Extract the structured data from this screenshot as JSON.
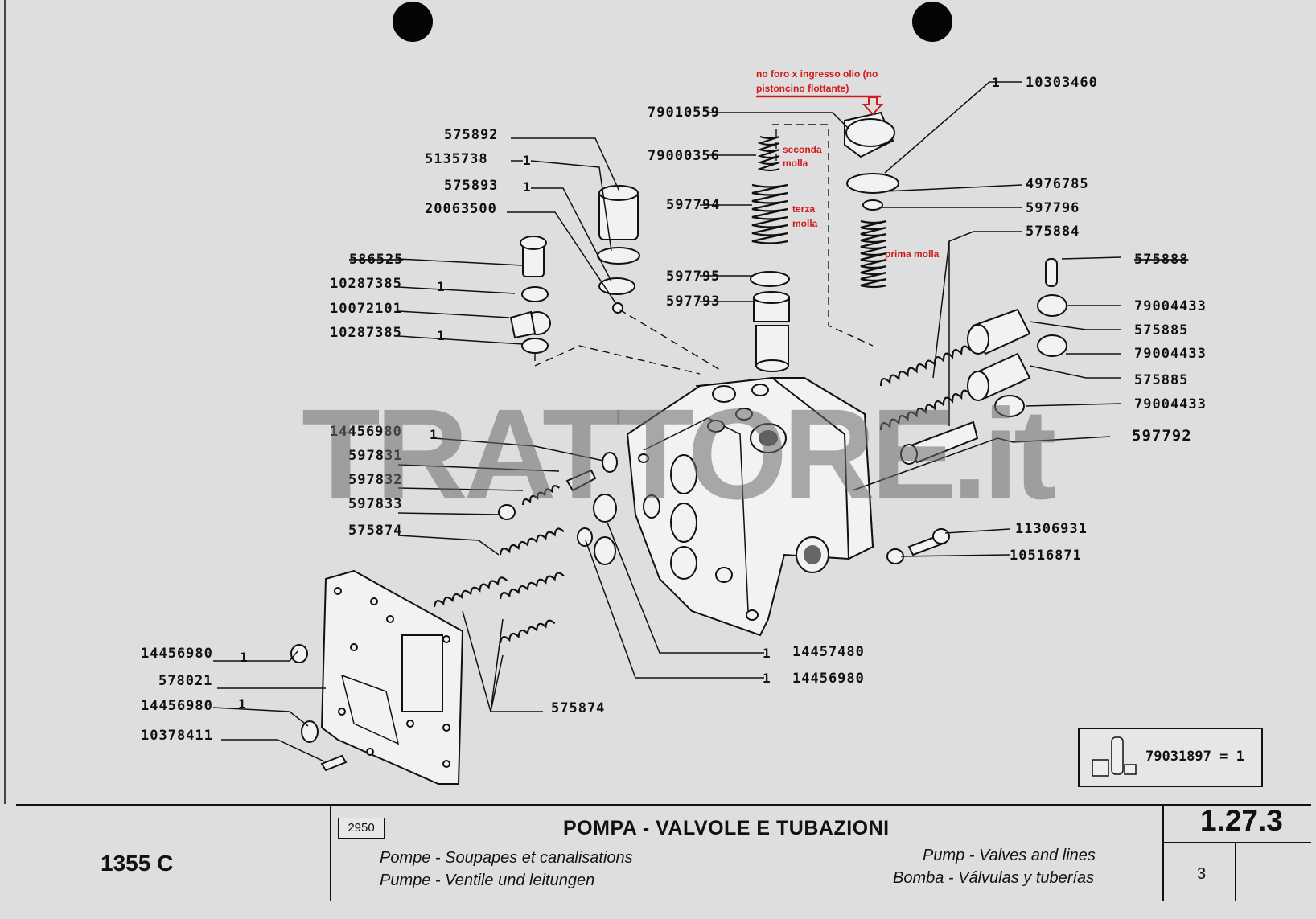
{
  "watermark": "TRATTORE.it",
  "annotations": {
    "no_hole_line1": "no foro x ingresso olio (no",
    "no_hole_line2": "pistoncino flottante)",
    "seconda_1": "seconda",
    "seconda_2": "molla",
    "terza_1": "terza",
    "terza_2": "molla",
    "prima": "prima molla"
  },
  "labels": {
    "l_10303460": "10303460",
    "q_10303460": "1",
    "l_79010559": "79010559",
    "l_575892": "575892",
    "l_5135738": "5135738",
    "q_5135738": "1",
    "l_79000356": "79000356",
    "l_575893": "575893",
    "q_575893": "1",
    "l_20063500": "20063500",
    "l_597794": "597794",
    "l_4976785": "4976785",
    "l_597796": "597796",
    "l_575884": "575884",
    "l_586525": "586525",
    "l_575888": "575888",
    "l_10287385a": "10287385",
    "q_10287385a": "1",
    "l_597795": "597795",
    "l_79004433a": "79004433",
    "l_10072101": "10072101",
    "l_597793": "597793",
    "l_575885a": "575885",
    "l_10287385b": "10287385",
    "q_10287385b": "1",
    "l_79004433b": "79004433",
    "l_575885b": "575885",
    "l_79004433c": "79004433",
    "l_14456980a": "14456980",
    "q_14456980a": "1",
    "l_597792": "597792",
    "l_597831": "597831",
    "l_597832": "597832",
    "l_597833": "597833",
    "l_575874a": "575874",
    "l_11306931": "11306931",
    "l_10516871": "10516871",
    "l_14456980b": "14456980",
    "q_14456980b": "1",
    "l_14457480": "14457480",
    "q_14457480": "1",
    "l_578021": "578021",
    "l_14456980c": "14456980",
    "q_14456980c": "1",
    "l_14456980d": "14456980",
    "q_14456980d": "1",
    "l_10378411": "10378411",
    "l_575874b": "575874"
  },
  "kit": {
    "text": "79031897 = 1"
  },
  "title_block": {
    "model": "1355 C",
    "code": "2950",
    "title": "POMPA - VALVOLE E TUBAZIONI",
    "fr": "Pompe - Soupapes et canalisations",
    "de": "Pumpe - Ventile und leitungen",
    "en": "Pump - Valves and lines",
    "es": "Bomba - Válvulas y tuberías",
    "sheet": "1.27.3",
    "page": "3"
  }
}
